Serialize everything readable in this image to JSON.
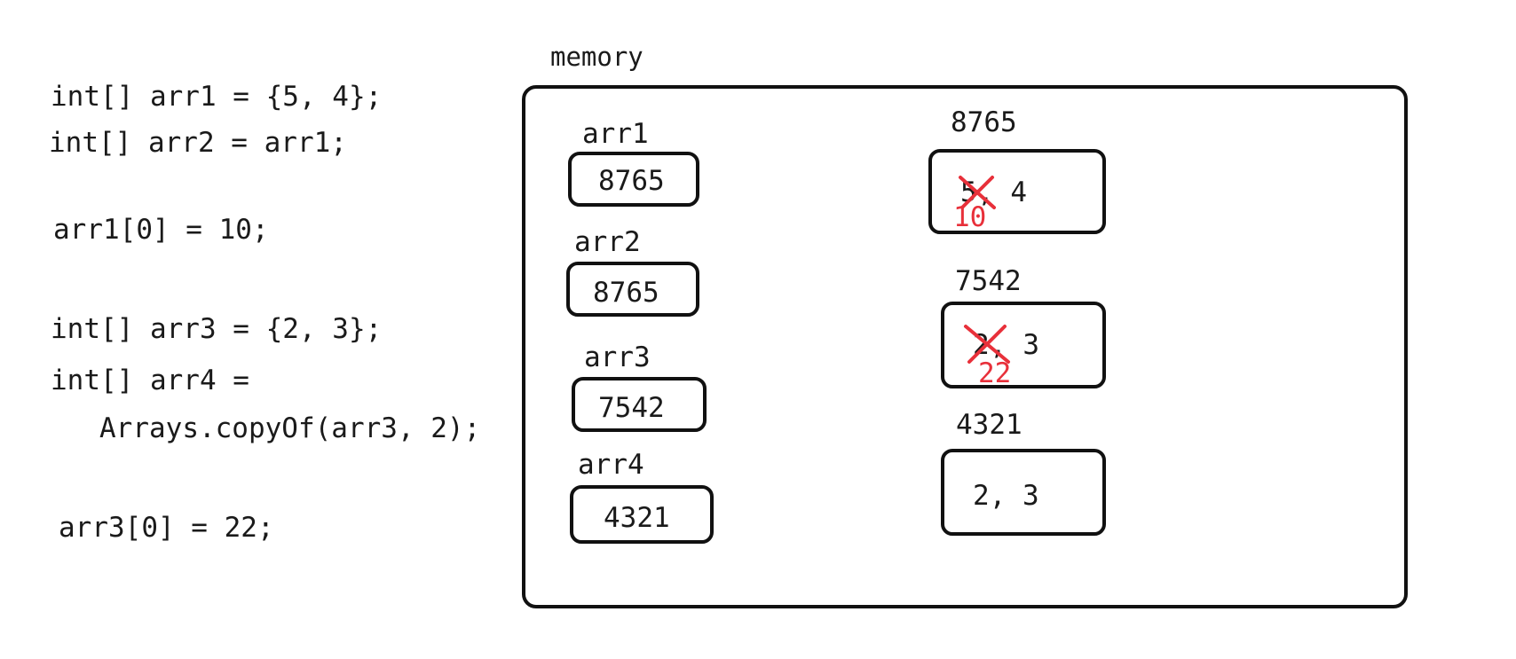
{
  "code": {
    "line1": "int[] arr1 = {5, 4};",
    "line2": "int[] arr2 = arr1;",
    "line3": "arr1[0] = 10;",
    "line4": "int[] arr3 = {2, 3};",
    "line5": "int[] arr4 =",
    "line6": "Arrays.copyOf(arr3, 2);",
    "line7": "arr3[0] = 22;"
  },
  "memory": {
    "title": "memory",
    "variables": [
      {
        "name": "arr1",
        "value": "8765"
      },
      {
        "name": "arr2",
        "value": "8765"
      },
      {
        "name": "arr3",
        "value": "7542"
      },
      {
        "name": "arr4",
        "value": "4321"
      }
    ],
    "arrays": [
      {
        "address": "8765",
        "old_value": "5",
        "rest": ", 4",
        "new_value": "10"
      },
      {
        "address": "7542",
        "old_value": "2",
        "rest": ", 3",
        "new_value": "22"
      },
      {
        "address": "4321",
        "contents": "2, 3"
      }
    ]
  },
  "colors": {
    "ink": "#111111",
    "edit_red": "#e8303a"
  }
}
